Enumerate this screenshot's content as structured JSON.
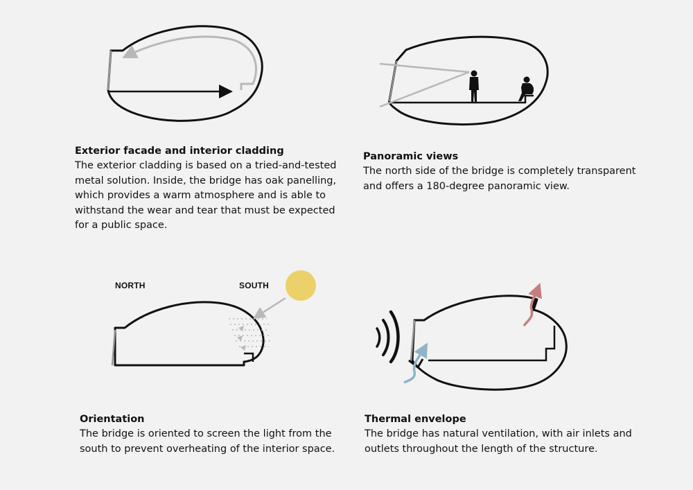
{
  "colors": {
    "stroke": "#111111",
    "gray_arrow": "#b8b8b8",
    "sun": "#ecd16a",
    "inlet": "#8fb4c7",
    "outlet": "#c47f7f",
    "background": "#f2f2f2"
  },
  "panels": [
    {
      "title": "Exterior facade and interior cladding",
      "body": "The exterior cladding is based on a tried-and-tested metal solution. Inside, the bridge has oak panelling, which provides a warm atmosphere and is able to withstand the wear and tear that must be expected for a public space."
    },
    {
      "title": "Panoramic views",
      "body": "The north side of the bridge is completely transparent and offers a 180-degree panoramic view."
    },
    {
      "title": "Orientation",
      "body": "The bridge is oriented to screen the light from the south to prevent overheating of the interior space."
    },
    {
      "title": "Thermal envelope",
      "body": "The bridge has natural ventilation, with air inlets and outlets throughout the length of the structure."
    }
  ],
  "orientation_labels": {
    "north": "NORTH",
    "south": "SOUTH"
  },
  "icons": [
    "sun-icon",
    "person-standing-icon",
    "person-seated-icon",
    "sound-wave-icon",
    "air-inlet-arrow-icon",
    "air-outlet-arrow-icon"
  ]
}
